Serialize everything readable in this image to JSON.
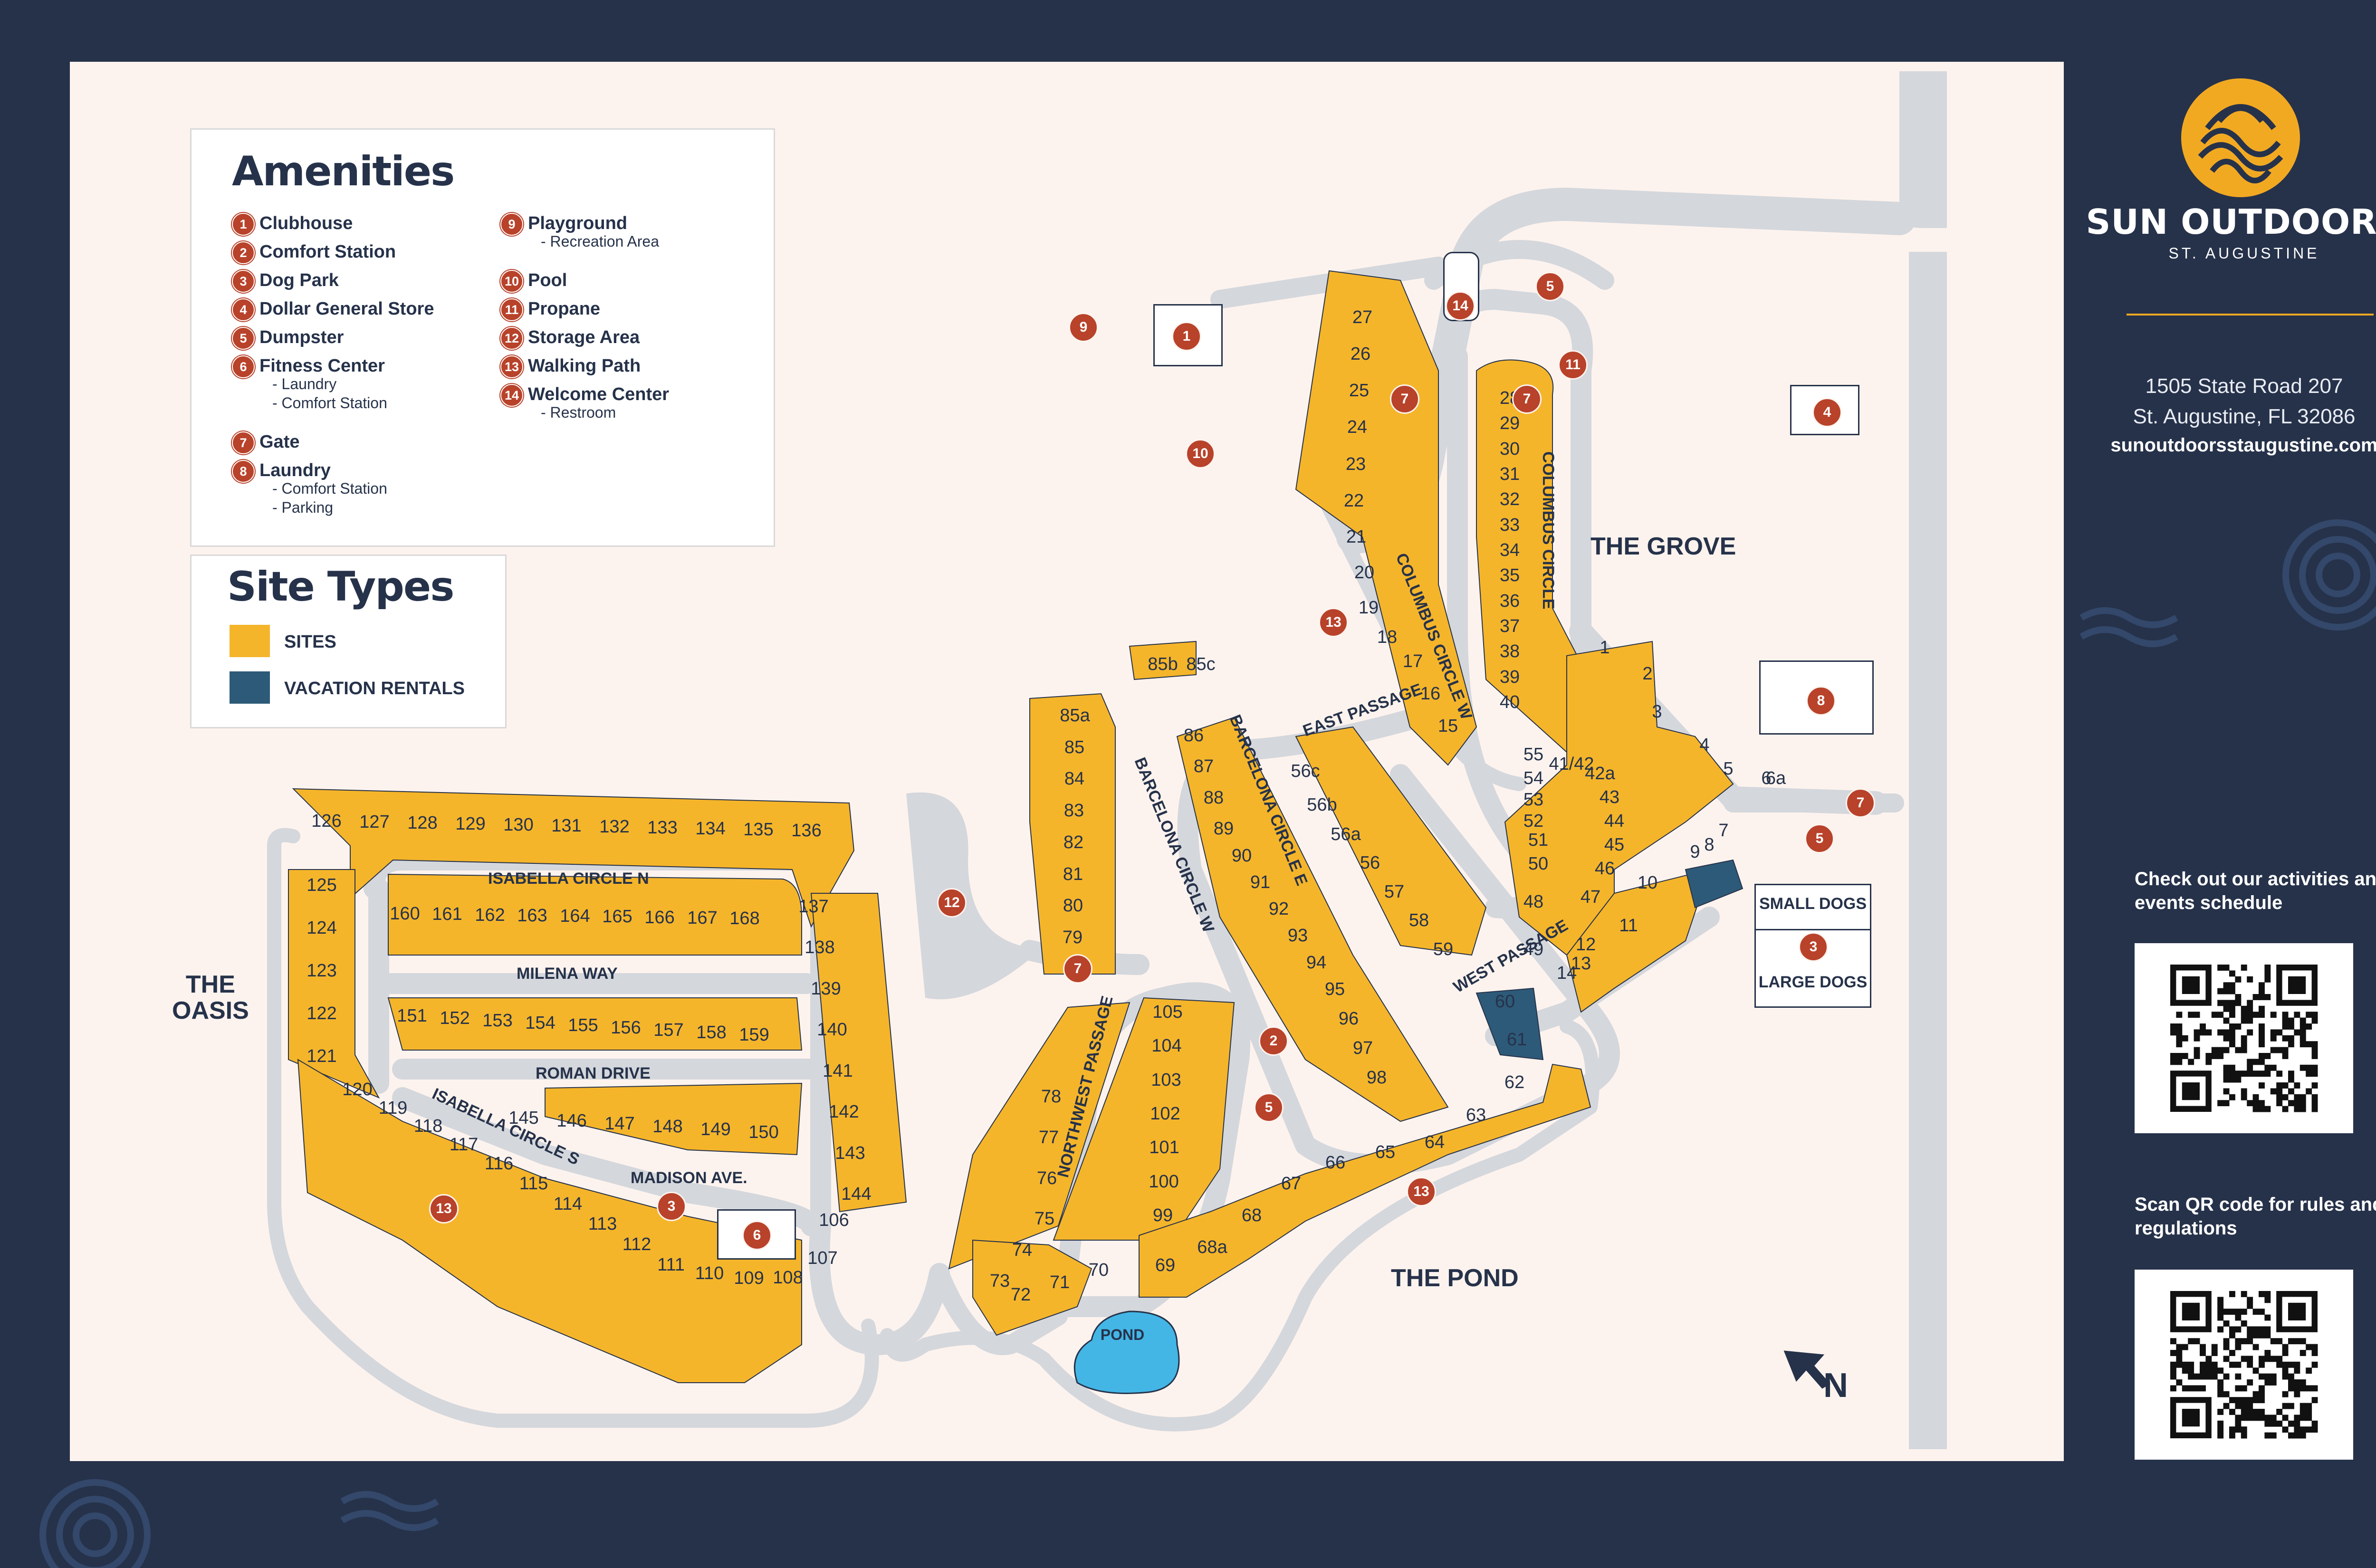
{
  "brand": {
    "name": "SUN OUTDOORS",
    "location": "ST. AUGUSTINE",
    "address_line1": "1505 State Road 207",
    "address_line2": "St. Augustine, FL 32086",
    "website": "sunoutdoorsstaugustine.com",
    "activities_text": "Check out our activities and events schedule",
    "qr_rules_text": "Scan QR code for rules and regulations"
  },
  "colors": {
    "navy": "#26324a",
    "site_yellow": "#f5b52a",
    "vacation_blue": "#2d5a78",
    "road_gray": "#d4d7dc",
    "marker_red": "#b8422a",
    "pond_blue": "#43b6e6",
    "map_bg": "#fdf3ee"
  },
  "amenities": {
    "title": "Amenities",
    "items": [
      {
        "num": "1",
        "label": "Clubhouse",
        "subs": []
      },
      {
        "num": "2",
        "label": "Comfort Station",
        "subs": []
      },
      {
        "num": "3",
        "label": "Dog Park",
        "subs": []
      },
      {
        "num": "4",
        "label": "Dollar General Store",
        "subs": []
      },
      {
        "num": "5",
        "label": "Dumpster",
        "subs": []
      },
      {
        "num": "6",
        "label": "Fitness Center",
        "subs": [
          "- Laundry",
          "- Comfort Station"
        ]
      },
      {
        "num": "7",
        "label": "Gate",
        "subs": []
      },
      {
        "num": "8",
        "label": "Laundry",
        "subs": [
          "- Comfort Station",
          "- Parking"
        ]
      },
      {
        "num": "9",
        "label": "Playground",
        "subs": [
          "- Recreation Area"
        ]
      },
      {
        "num": "10",
        "label": "Pool",
        "subs": []
      },
      {
        "num": "11",
        "label": "Propane",
        "subs": []
      },
      {
        "num": "12",
        "label": "Storage Area",
        "subs": []
      },
      {
        "num": "13",
        "label": "Walking Path",
        "subs": []
      },
      {
        "num": "14",
        "label": "Welcome Center",
        "subs": [
          "- Restroom"
        ]
      }
    ]
  },
  "site_types": {
    "title": "Site Types",
    "sites_label": "SITES",
    "rentals_label": "VACATION RENTALS"
  },
  "areas": {
    "grove": "THE GROVE",
    "oasis_line1": "THE",
    "oasis_line2": "OASIS",
    "pond_area": "THE POND",
    "pond": "POND"
  },
  "dog_park": {
    "small": "SMALL DOGS",
    "large": "LARGE DOGS",
    "num": "3"
  },
  "north": "N",
  "streets": {
    "isabella_n": "ISABELLA CIRCLE N",
    "milena": "MILENA WAY",
    "roman": "ROMAN DRIVE",
    "isabella_s": "ISABELLA CIRCLE S",
    "madison": "MADISON AVE.",
    "northwest": "NORTHWEST PASSAGE",
    "barcelona_w": "BARCELONA CIRCLE W",
    "barcelona_e": "BARCELONA CIRCLE E",
    "east_passage": "EAST PASSAGE",
    "columbus_w": "COLUMBUS CIRCLE W",
    "columbus": "COLUMBUS CIRCLE",
    "west_passage": "WEST PASSAGE"
  },
  "map_markers": [
    "9",
    "1",
    "14",
    "5",
    "11",
    "7",
    "7",
    "10",
    "4",
    "13",
    "8",
    "7",
    "5",
    "12",
    "7",
    "2",
    "5",
    "3",
    "6",
    "13",
    "13"
  ],
  "lot_groups": {
    "oasis_top": [
      "126",
      "127",
      "128",
      "129",
      "130",
      "131",
      "132",
      "133",
      "134",
      "135",
      "136"
    ],
    "oasis_west": [
      "125",
      "124",
      "123",
      "122",
      "121"
    ],
    "oasis_east": [
      "137",
      "138",
      "139",
      "140",
      "141",
      "142",
      "143",
      "144"
    ],
    "isabella_inner_top": [
      "160",
      "161",
      "162",
      "163",
      "164",
      "165",
      "166",
      "167",
      "168"
    ],
    "milena_inner": [
      "151",
      "152",
      "153",
      "154",
      "155",
      "156",
      "157",
      "158",
      "159"
    ],
    "roman_inner": [
      "145",
      "146",
      "147",
      "148",
      "149",
      "150"
    ],
    "oasis_south": [
      "120",
      "119",
      "118",
      "117",
      "116",
      "115",
      "114",
      "113",
      "112",
      "111",
      "110",
      "109",
      "108",
      "107",
      "106"
    ],
    "barcelona_west": [
      "85a",
      "85",
      "84",
      "83",
      "82",
      "81",
      "80",
      "79"
    ],
    "lots_85bc": [
      "85b",
      "85c"
    ],
    "barcelona_inner": [
      "86",
      "87",
      "88",
      "89",
      "90",
      "91",
      "92",
      "93",
      "94",
      "95",
      "96",
      "97",
      "98"
    ],
    "barcelona_east": [
      "56c",
      "56b",
      "56a",
      "56",
      "57",
      "58",
      "59"
    ],
    "northwest": [
      "78",
      "77",
      "76",
      "75",
      "74",
      "73",
      "72",
      "71",
      "70"
    ],
    "center": [
      "105",
      "104",
      "103",
      "102",
      "101",
      "100",
      "99"
    ],
    "pond_row": [
      "69",
      "68a",
      "68",
      "67",
      "66",
      "65",
      "64",
      "63",
      "62"
    ],
    "rentals": [
      "60",
      "61",
      "9",
      "8",
      "7"
    ],
    "grove_west": [
      "27",
      "26",
      "25",
      "24",
      "23",
      "22",
      "21",
      "20",
      "19",
      "18",
      "17",
      "16",
      "15"
    ],
    "columbus_inner": [
      "28",
      "29",
      "30",
      "31",
      "32",
      "33",
      "34",
      "35",
      "36",
      "37",
      "38",
      "39",
      "40"
    ],
    "columbus_east": [
      "1",
      "2",
      "3",
      "4",
      "5",
      "6",
      "6a",
      "41/42",
      "42a",
      "43",
      "44",
      "45",
      "46",
      "47",
      "48",
      "49",
      "50",
      "51",
      "52",
      "53",
      "54",
      "55",
      "10",
      "11",
      "12",
      "13",
      "14"
    ]
  }
}
